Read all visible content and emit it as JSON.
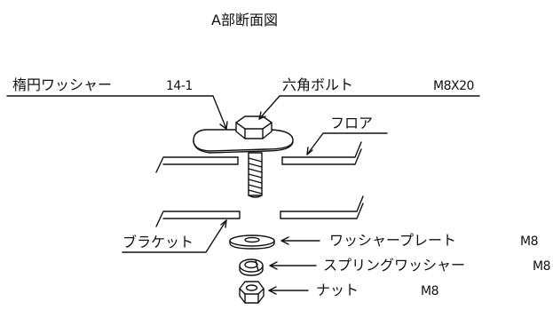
{
  "title": "A部断面図",
  "labels": {
    "oval_washer": "楕円ワッシャー",
    "oval_washer_code": "14-1",
    "hex_bolt": "六角ボルト",
    "hex_bolt_size": "M8X20",
    "floor": "フロア",
    "bracket": "ブラケット",
    "washer_plate": "ワッシャープレート",
    "washer_plate_size": "M8",
    "spring_washer": "スプリングワッシャー",
    "spring_washer_size": "M8",
    "nut": "ナット",
    "nut_size": "M8"
  },
  "colors": {
    "line": "#111111",
    "background": "#ffffff"
  }
}
